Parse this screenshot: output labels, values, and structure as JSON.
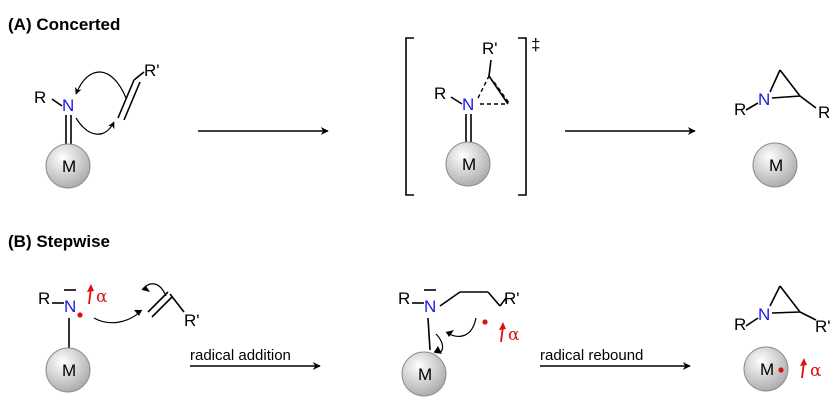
{
  "colors": {
    "nitrogen": "#1a1ae6",
    "radical": "#e01010",
    "sphere_light": "#ffffff",
    "sphere_dark": "#a6a6a6"
  },
  "panel_a": {
    "title": "(A) Concerted",
    "reactant": {
      "r_label": "R",
      "n_label": "N",
      "alkene_label": "R'",
      "metal_label": "M"
    },
    "transition_state": {
      "r_label": "R",
      "n_label": "N",
      "sub_label": "R'",
      "metal_label": "M",
      "ts_mark": "‡"
    },
    "product": {
      "r_label": "R",
      "n_label": "N",
      "sub_label": "R",
      "metal_label": "M"
    }
  },
  "panel_b": {
    "title": "(B) Stepwise",
    "reactant": {
      "r_label": "R",
      "n_label": "N",
      "spin_label": "α",
      "alkene_label": "R'",
      "metal_label": "M"
    },
    "step1_label": "radical addition",
    "intermediate": {
      "r_label": "R",
      "n_label": "N",
      "sub_label": "R'",
      "spin_label": "α",
      "metal_label": "M"
    },
    "step2_label": "radical rebound",
    "product": {
      "r_label": "R",
      "n_label": "N",
      "sub_label": "R'",
      "metal_label": "M",
      "spin_label": "α"
    }
  }
}
